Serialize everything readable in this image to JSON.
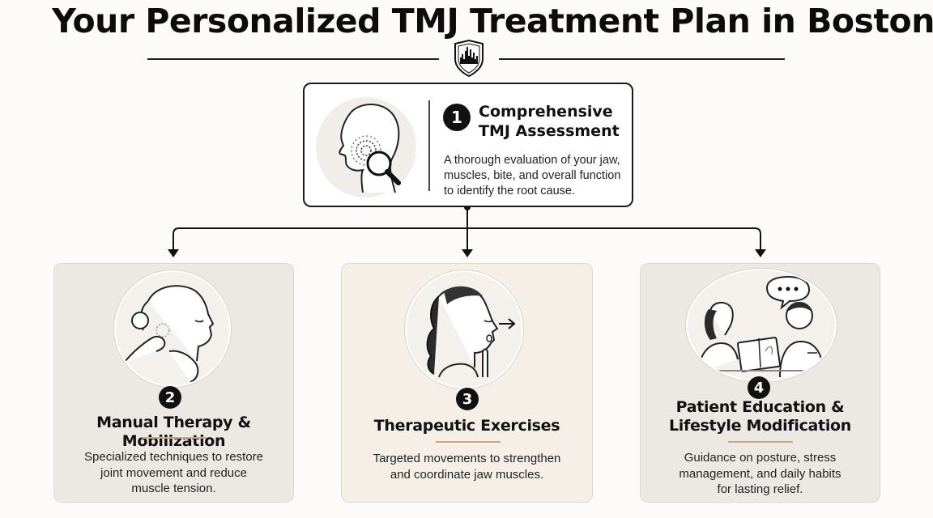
{
  "title": "Your Personalized TMJ Treatment Plan in Boston",
  "steps": [
    {
      "number": "1",
      "title_line1": "Comprehensive",
      "title_line2": "TMJ Assessment",
      "desc_lines": [
        "A thorough evaluation of your jaw,",
        "muscles, bite, and overall function",
        "to identify the root cause."
      ]
    },
    {
      "number": "2",
      "title_line1": "Manual Therapy & Mobilization",
      "desc_lines": [
        "Specialized techniques to restore",
        "joint movement and reduce",
        "muscle tension."
      ]
    },
    {
      "number": "3",
      "title_line1": "Therapeutic Exercises",
      "desc_lines": [
        "Targeted movements to strengthen",
        "and coordinate jaw muscles."
      ]
    },
    {
      "number": "4",
      "title_line1": "Patient Education &",
      "title_line2": "Lifestyle Modification",
      "desc_lines": [
        "Guidance on posture, stress",
        "management, and daily habits",
        "for lasting relief."
      ]
    }
  ],
  "icons": {
    "crest": "boston-skyline-shield-icon",
    "assessment": "head-magnifier-icon",
    "manual": "jaw-massage-icon",
    "exercises": "jaw-exercise-icon",
    "education": "patient-consultation-icon"
  },
  "colors": {
    "accent_rule": "#c8a98a",
    "card_bg": "#ece9e5",
    "highlight_card_bg": "#f5efe7"
  }
}
